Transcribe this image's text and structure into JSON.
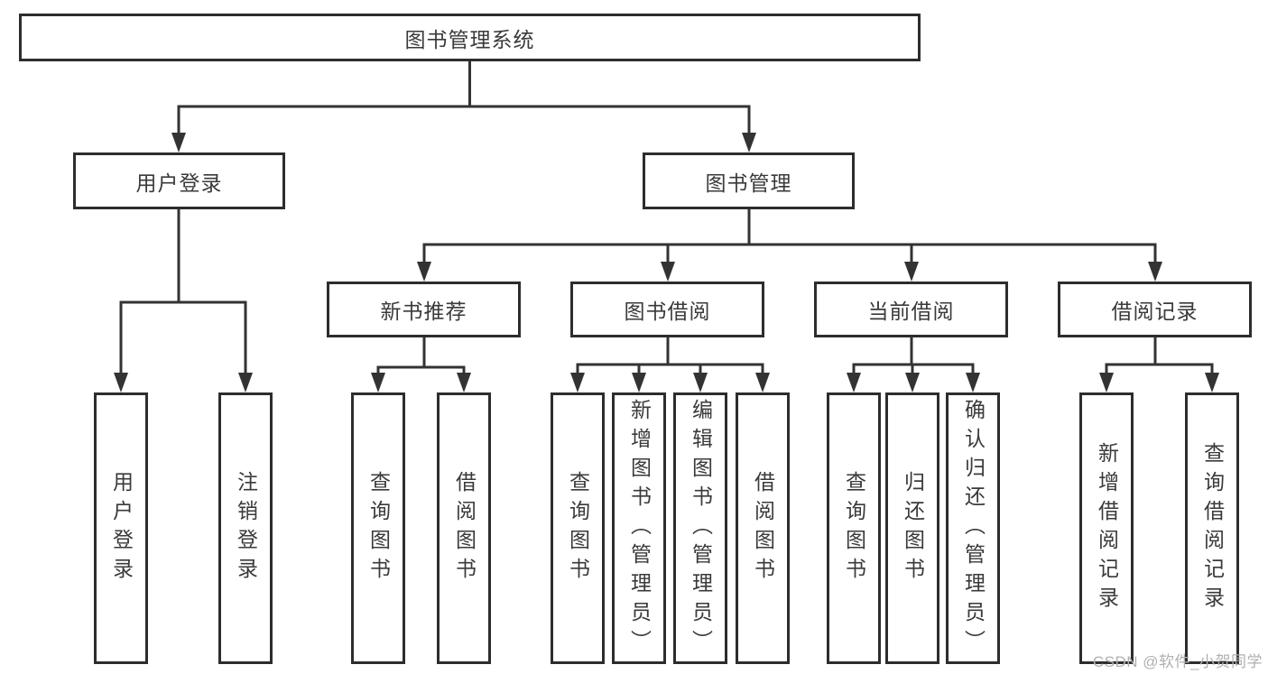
{
  "diagram_title": "图书管理系统",
  "nodes": {
    "root": "图书管理系统",
    "user_login": "用户登录",
    "book_mgmt": "图书管理",
    "new_books": "新书推荐",
    "book_borrow": "图书借阅",
    "current_borrow": "当前借阅",
    "borrow_records": "借阅记录",
    "leaves": {
      "login": "用户登录",
      "logout": "注销登录",
      "nb_query": "查询图书",
      "nb_borrow": "借阅图书",
      "bb_query": "查询图书",
      "bb_add": "新增图书（管理员）",
      "bb_edit": "编辑图书（管理员）",
      "bb_borrow": "借阅图书",
      "cb_query": "查询图书",
      "cb_return": "归还图书",
      "cb_confirm": "确认归还（管理员）",
      "br_add": "新增借阅记录",
      "br_query": "查询借阅记录"
    }
  },
  "colors": {
    "line": "#333333",
    "border": "#2d2d2d",
    "text": "#3a3a3a",
    "watermark": "#b0b0b0"
  },
  "watermark": {
    "text": "CSDN @软件_小贺同学"
  }
}
